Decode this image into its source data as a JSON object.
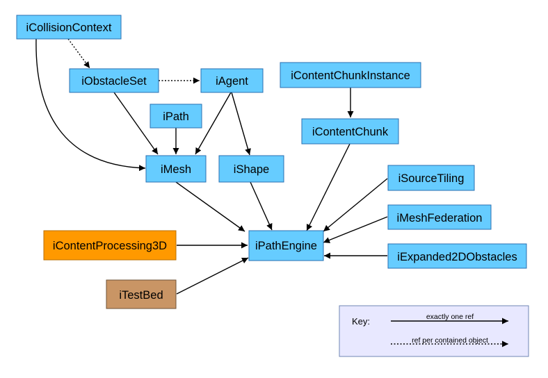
{
  "colors": {
    "interface_fill": "#66ccff",
    "interface_stroke": "#2a6fb0",
    "orange_fill": "#ff9900",
    "orange_stroke": "#b86e00",
    "brown_fill": "#c99565",
    "brown_stroke": "#6e5236",
    "key_fill": "#e8e8ff",
    "key_stroke": "#6f86b3"
  },
  "nodes": {
    "iCollisionContext": "iCollisionContext",
    "iObstacleSet": "iObstacleSet",
    "iAgent": "iAgent",
    "iContentChunkInstance": "iContentChunkInstance",
    "iPath": "iPath",
    "iContentChunk": "iContentChunk",
    "iMesh": "iMesh",
    "iShape": "iShape",
    "iSourceTiling": "iSourceTiling",
    "iMeshFederation": "iMeshFederation",
    "iContentProcessing3D": "iContentProcessing3D",
    "iPathEngine": "iPathEngine",
    "iExpanded2DObstacles": "iExpanded2DObstacles",
    "iTestBed": "iTestBed"
  },
  "key": {
    "label": "Key:",
    "solid": "exactly one ref",
    "dotted": "ref per contained object"
  },
  "edges": [
    {
      "from": "iCollisionContext",
      "to": "iObstacleSet",
      "style": "dotted"
    },
    {
      "from": "iCollisionContext",
      "to": "iMesh",
      "style": "solid"
    },
    {
      "from": "iObstacleSet",
      "to": "iAgent",
      "style": "dotted"
    },
    {
      "from": "iObstacleSet",
      "to": "iMesh",
      "style": "solid"
    },
    {
      "from": "iAgent",
      "to": "iMesh",
      "style": "solid"
    },
    {
      "from": "iAgent",
      "to": "iShape",
      "style": "solid"
    },
    {
      "from": "iPath",
      "to": "iMesh",
      "style": "solid"
    },
    {
      "from": "iContentChunkInstance",
      "to": "iContentChunk",
      "style": "solid"
    },
    {
      "from": "iContentChunk",
      "to": "iPathEngine",
      "style": "solid"
    },
    {
      "from": "iMesh",
      "to": "iPathEngine",
      "style": "solid"
    },
    {
      "from": "iShape",
      "to": "iPathEngine",
      "style": "solid"
    },
    {
      "from": "iSourceTiling",
      "to": "iPathEngine",
      "style": "solid"
    },
    {
      "from": "iMeshFederation",
      "to": "iPathEngine",
      "style": "solid"
    },
    {
      "from": "iContentProcessing3D",
      "to": "iPathEngine",
      "style": "solid"
    },
    {
      "from": "iExpanded2DObstacles",
      "to": "iPathEngine",
      "style": "solid"
    },
    {
      "from": "iTestBed",
      "to": "iPathEngine",
      "style": "solid"
    }
  ]
}
